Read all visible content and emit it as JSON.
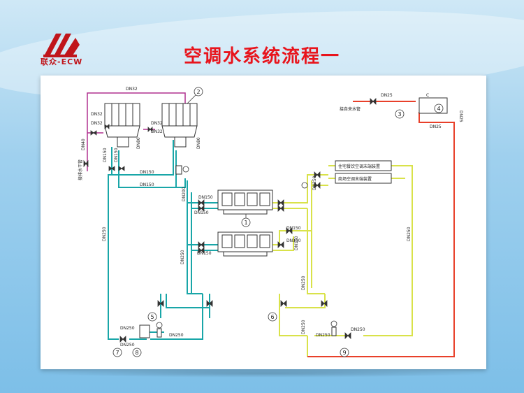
{
  "slide": {
    "title": "空调水系统流程一",
    "logo_text": "联众-ECW"
  },
  "labels": {
    "dn32_top": "DN32",
    "dn32_a": "DN32",
    "dn32_b": "DN32",
    "dn32_c": "DN32",
    "dn32_d": "DN32",
    "dn40": "DN40",
    "dn80_a": "DN80",
    "dn80_b": "DN80",
    "dn150_a": "DN150",
    "dn150_b": "DN150",
    "dn150_c": "DN150",
    "dn150_d": "DN150",
    "dn150_e": "DN150",
    "dn150_f": "DN150",
    "dn150_g": "DN150",
    "dn150_h": "DN150",
    "dn150_i": "DN150",
    "dn150_j": "DN150",
    "dn200": "DN200",
    "dn250_a": "DN250",
    "dn250_b": "DN250",
    "dn250_c": "DN250",
    "dn250_d": "DN250",
    "dn250_e": "DN250",
    "dn250_f": "DN250",
    "dn250_g": "DN250",
    "dn250_h": "DN250",
    "dn250_i": "DN250",
    "dn250_j": "DN250",
    "dn250_k": "DN250",
    "dn25_a": "DN25",
    "dn25_b": "DN25",
    "dn25_c": "DN25",
    "c_mark": "C",
    "makeup_water": "接自来水管",
    "drain_left": "接排水干管",
    "terminal_1": "住宅餐饮空调末端装置",
    "terminal_2": "商场空调末端装置"
  },
  "markers": [
    "1",
    "2",
    "3",
    "4",
    "5",
    "6",
    "7",
    "8",
    "9"
  ],
  "colors": {
    "cooling_water": "#19a6a8",
    "chilled_water": "#d9e24a",
    "makeup_water": "#e8402a",
    "drain": "#b0308f",
    "title": "#e8141c",
    "equipment": "#333333"
  }
}
